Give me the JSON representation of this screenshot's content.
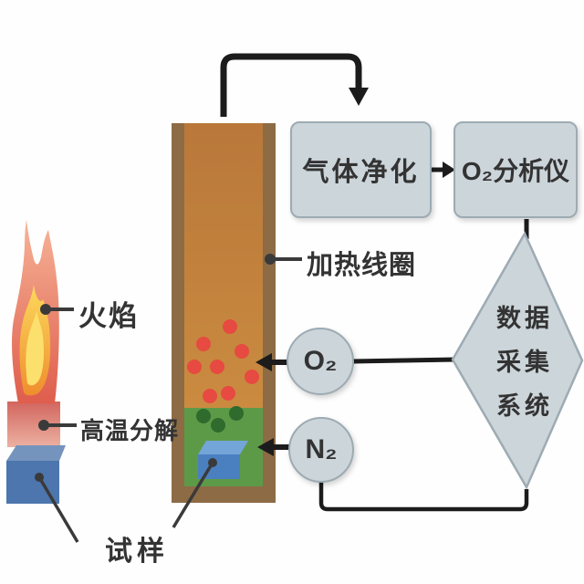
{
  "flow": {
    "gas_purification": "气体净化",
    "o2_analyzer": "O₂分析仪",
    "o2_supply": "O₂",
    "n2_supply": "N₂",
    "daq_lines": [
      "数据",
      "采集",
      "系统"
    ]
  },
  "labels": {
    "heating_coil": "加热线圈",
    "flame": "火焰",
    "pyrolysis": "高温分解",
    "specimen": "试样"
  },
  "colors": {
    "node-fill": "#ccd5da",
    "node-border": "#9dabb3",
    "text": "#333333",
    "line": "#1c1c1c",
    "pointer-line": "#3a3a3a",
    "column-border": "#8d6b45",
    "column-top": "#b9783a",
    "column-mid": "#ca8b40",
    "column-green": "#5d9a48",
    "oxygen-dot": "#e64a41",
    "pyrolysis-dot": "#2e6b2c",
    "cube-front": "#4a80c0",
    "cube-top": "#74a5d8",
    "cube-front-left": "#4c76ad",
    "cube-top-left": "#7494bd",
    "flame-outer-top": "#f6b397",
    "flame-outer-bottom": "#df5d4c",
    "flame-inner-top": "#fcd95c",
    "flame-inner-bottom": "#ef8e2e",
    "flame-core": "#fbe06e",
    "pyro-zone-top": "#d2655e",
    "pyro-zone-bottom": "#ecb1a2"
  }
}
